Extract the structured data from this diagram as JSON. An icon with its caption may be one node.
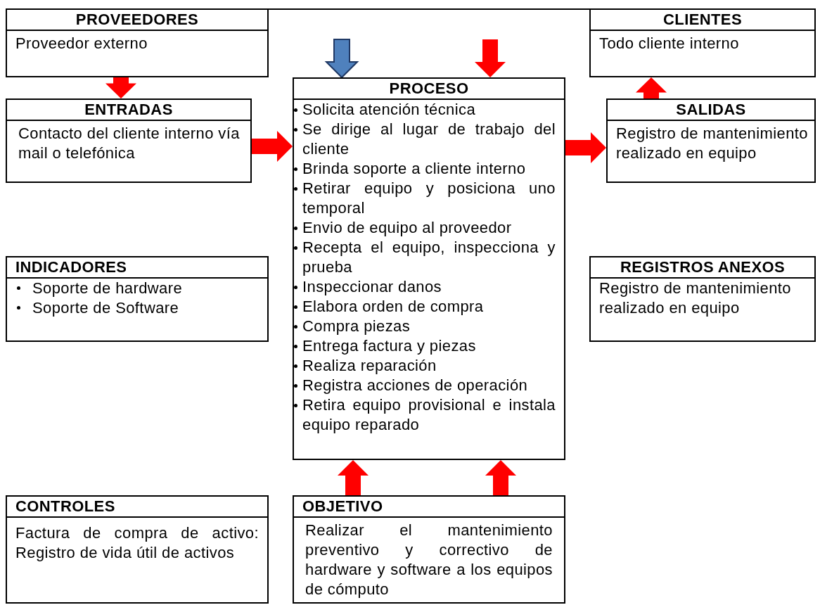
{
  "diagram": {
    "nodes": [
      {
        "text": [
          "PROVEEDORES",
          "Proveedor externo"
        ]
      },
      {
        "text": [
          "CLIENTES",
          "Todo cliente interno"
        ]
      },
      {
        "text": [
          "ENTRADAS",
          "Contacto del cliente interno vía mail o telefónica"
        ]
      },
      {
        "text": [
          "PROCESO",
          "Solicita atención técnica",
          "Se dirige al lugar de trabajo del cliente",
          "Brinda soporte a cliente interno",
          "Retirar equipo y posiciona uno temporal",
          "Envio de equipo al proveedor",
          "Recepta el equipo, inspecciona y prueba",
          "Inspeccionar danos",
          "Elabora orden de compra",
          "Compra piezas",
          "Entrega factura y piezas",
          "Realiza reparación",
          "Registra acciones de operación",
          "Retira equipo provisional e instala equipo reparado"
        ]
      },
      {
        "text": [
          "SALIDAS",
          "Registro de mantenimiento realizado en equipo"
        ]
      },
      {
        "text": [
          "INDICADORES",
          "Soporte de hardware",
          "Soporte de Software"
        ]
      },
      {
        "text": [
          "REGISTROS ANEXOS",
          "Registro de mantenimiento realizado en equipo"
        ]
      },
      {
        "text": [
          "CONTROLES",
          "Factura de compra de activo: Registro de vida útil de activos"
        ]
      },
      {
        "text": [
          "OBJETIVO",
          "Realizar el mantenimiento preventivo y correctivo de hardware y software a los equipos de cómputo"
        ]
      }
    ],
    "edges": [
      {
        "from": 0,
        "to": 1,
        "arrow": "none",
        "color": "#000000"
      },
      {
        "from": null,
        "to": 3,
        "arrow": "to",
        "color": "#4f81bd"
      },
      {
        "from": null,
        "to": 3,
        "arrow": "to"
      },
      {
        "from": 0,
        "to": 2,
        "arrow": "to"
      },
      {
        "from": 4,
        "to": 1,
        "arrow": "to"
      },
      {
        "from": 2,
        "to": 3,
        "arrow": "to"
      },
      {
        "from": 3,
        "to": 4,
        "arrow": "to"
      },
      {
        "from": 8,
        "to": 3,
        "arrow": "to"
      },
      {
        "from": 8,
        "to": 3,
        "arrow": "to"
      }
    ]
  }
}
